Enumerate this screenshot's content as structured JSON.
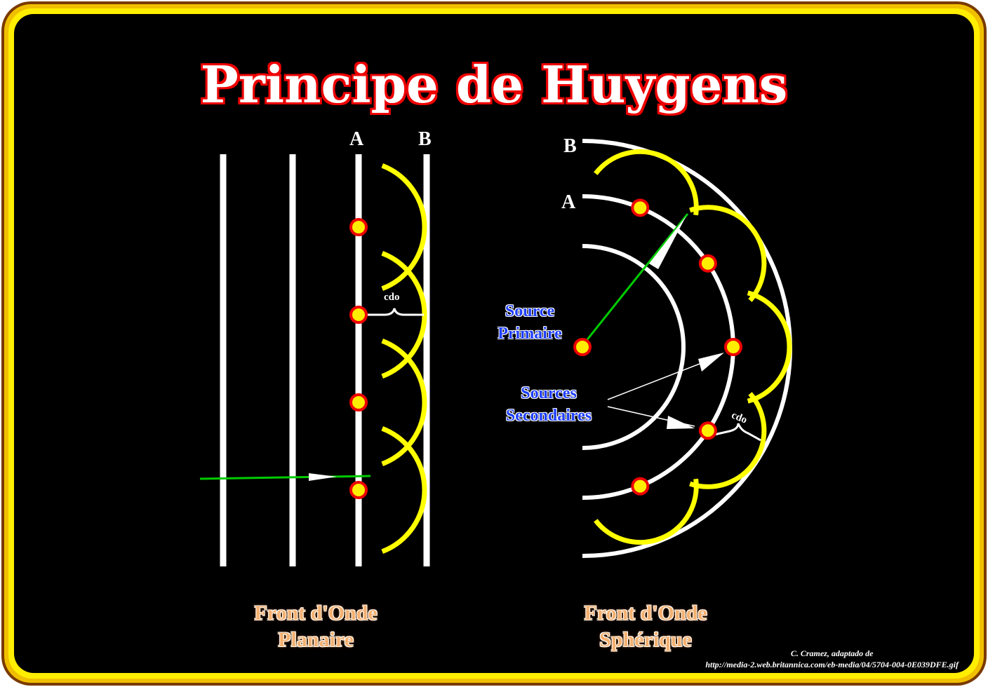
{
  "title": "Principe de Huygens",
  "plane": {
    "label_a": "A",
    "label_b": "B",
    "cdo": "cdo",
    "caption_1": "Front d'Onde",
    "caption_2": "Planaire"
  },
  "spherical": {
    "label_a": "A",
    "label_b": "B",
    "cdo": "cdo",
    "source_primary_1": "Source",
    "source_primary_2": "Primaire",
    "sources_secondary_1": "Sources",
    "sources_secondary_2": "Secondaires",
    "caption_1": "Front d'Onde",
    "caption_2": "Sphérique"
  },
  "credit": {
    "line1": "C. Cramez, adaptado de",
    "line2": "http://media-2.web.britannica.com/eb-media/04/5704-004-0E039DFE.gif"
  },
  "colors": {
    "wavefront": "#ffffff",
    "wavelet": "#ffff00",
    "source_fill": "#ffee00",
    "source_stroke": "#ee0000",
    "ray": "#00cc00"
  }
}
